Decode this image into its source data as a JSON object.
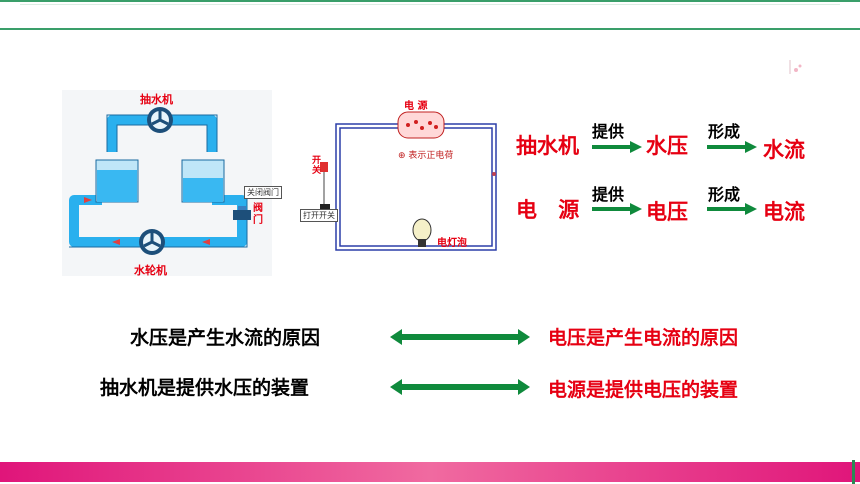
{
  "colors": {
    "accent_red": "#e60012",
    "arrow_green": "#0f8a3c",
    "pipe_blue": "#29b6f6",
    "top_bar": "#3a9f6a",
    "bottom_bar": "#e0157a"
  },
  "water_diagram": {
    "pump_label": "抽水机",
    "turbine_label": "水轮机",
    "valve_label": "阀门",
    "valve_closed": "关闭阀门",
    "valve_open": "打开阀门"
  },
  "circuit_diagram": {
    "source_label": "电 源",
    "positive_charge_note": "⊕ 表示正电荷",
    "switch_label": "开关",
    "switch_open": "打开开关",
    "bulb_label": "电灯泡"
  },
  "analogy": {
    "row1": {
      "source": "抽水机",
      "verb1": "提供",
      "middle": "水压",
      "verb2": "形成",
      "result": "水流"
    },
    "row2": {
      "source": "电 源",
      "verb1": "提供",
      "middle": "电压",
      "verb2": "形成",
      "result": "电流"
    }
  },
  "comparisons": [
    {
      "left": "水压是产生水流的原因",
      "right": "电压是产生电流的原因"
    },
    {
      "left": "抽水机是提供水压的装置",
      "right": "电源是提供电压的装置"
    }
  ]
}
